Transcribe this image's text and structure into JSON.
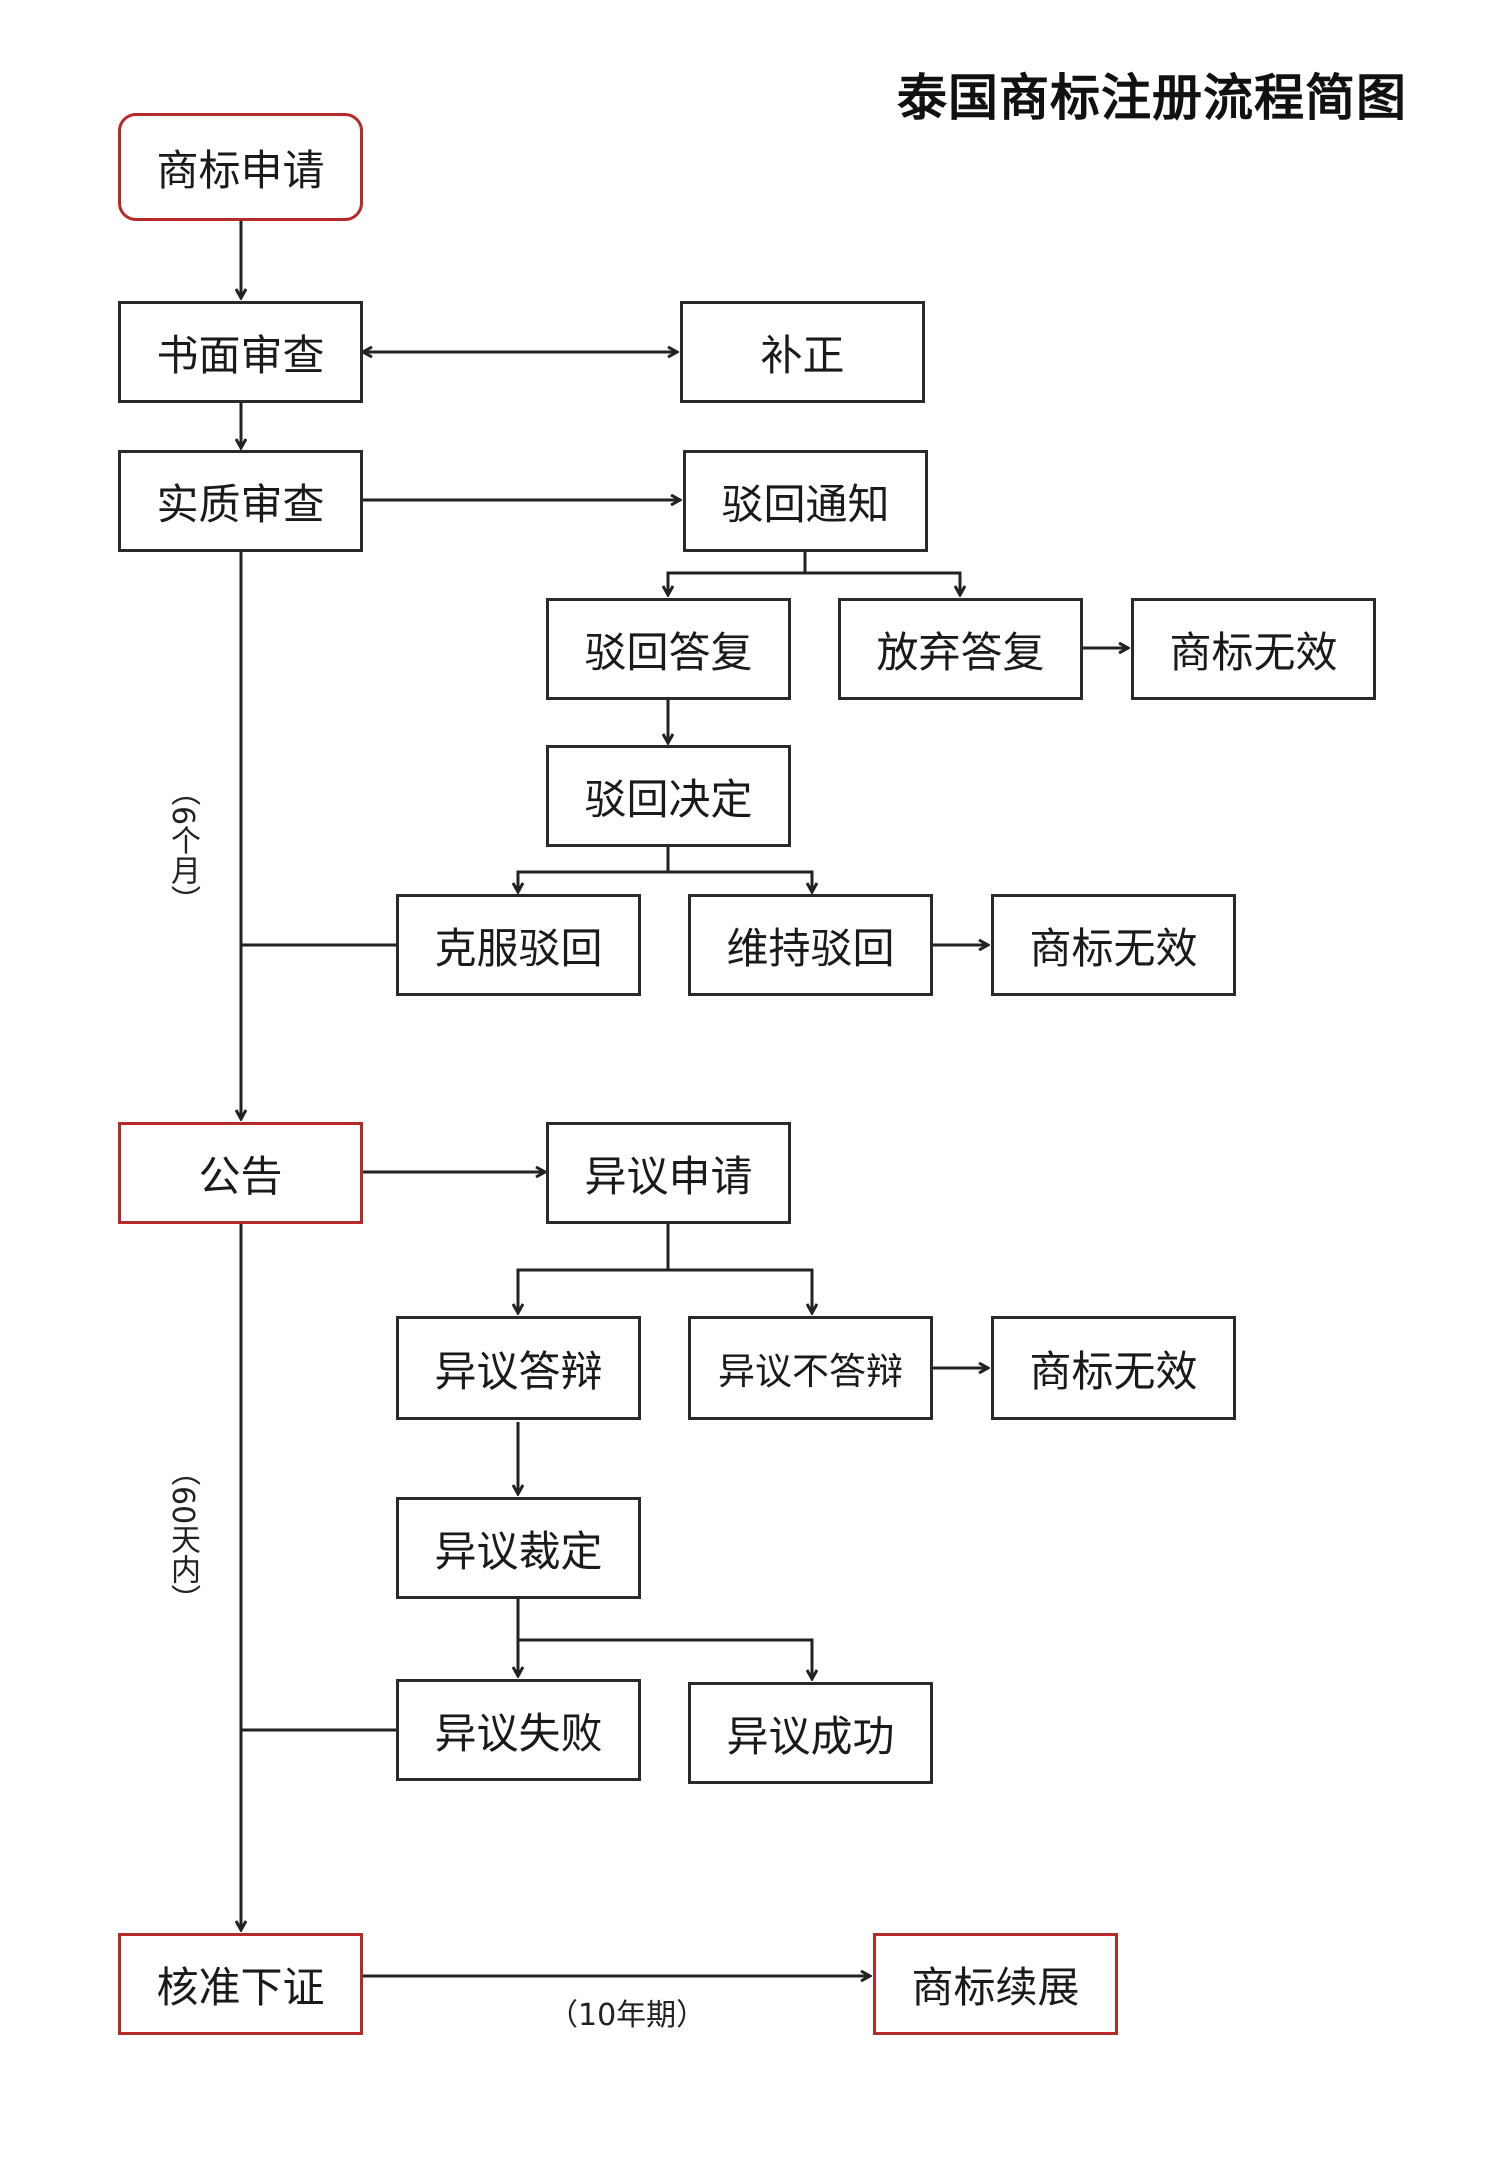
{
  "title": "泰国商标注册流程简图",
  "colors": {
    "highlight_border": "#b72a2a",
    "box_border": "#2a2a2a",
    "line": "#222222"
  },
  "nodes": {
    "application": "商标申请",
    "formal_exam": "书面审查",
    "correction": "补正",
    "substantive_exam": "实质审查",
    "rejection_notice": "驳回通知",
    "rejection_reply": "驳回答复",
    "abandon_reply": "放弃答复",
    "invalid_1": "商标无效",
    "rejection_decision": "驳回决定",
    "overcome_rejection": "克服驳回",
    "maintain_rejection": "维持驳回",
    "invalid_2": "商标无效",
    "publication": "公告",
    "opposition_filing": "异议申请",
    "opposition_defense": "异议答辩",
    "no_defense": "异议不答辩",
    "invalid_3": "商标无效",
    "opposition_ruling": "异议裁定",
    "opposition_failed": "异议失败",
    "opposition_succeeded": "异议成功",
    "registration": "核准下证",
    "renewal": "商标续展"
  },
  "notes": {
    "exam_period": "（6个月）",
    "opposition_period": "（60天内）",
    "validity_period": "（10年期）"
  }
}
